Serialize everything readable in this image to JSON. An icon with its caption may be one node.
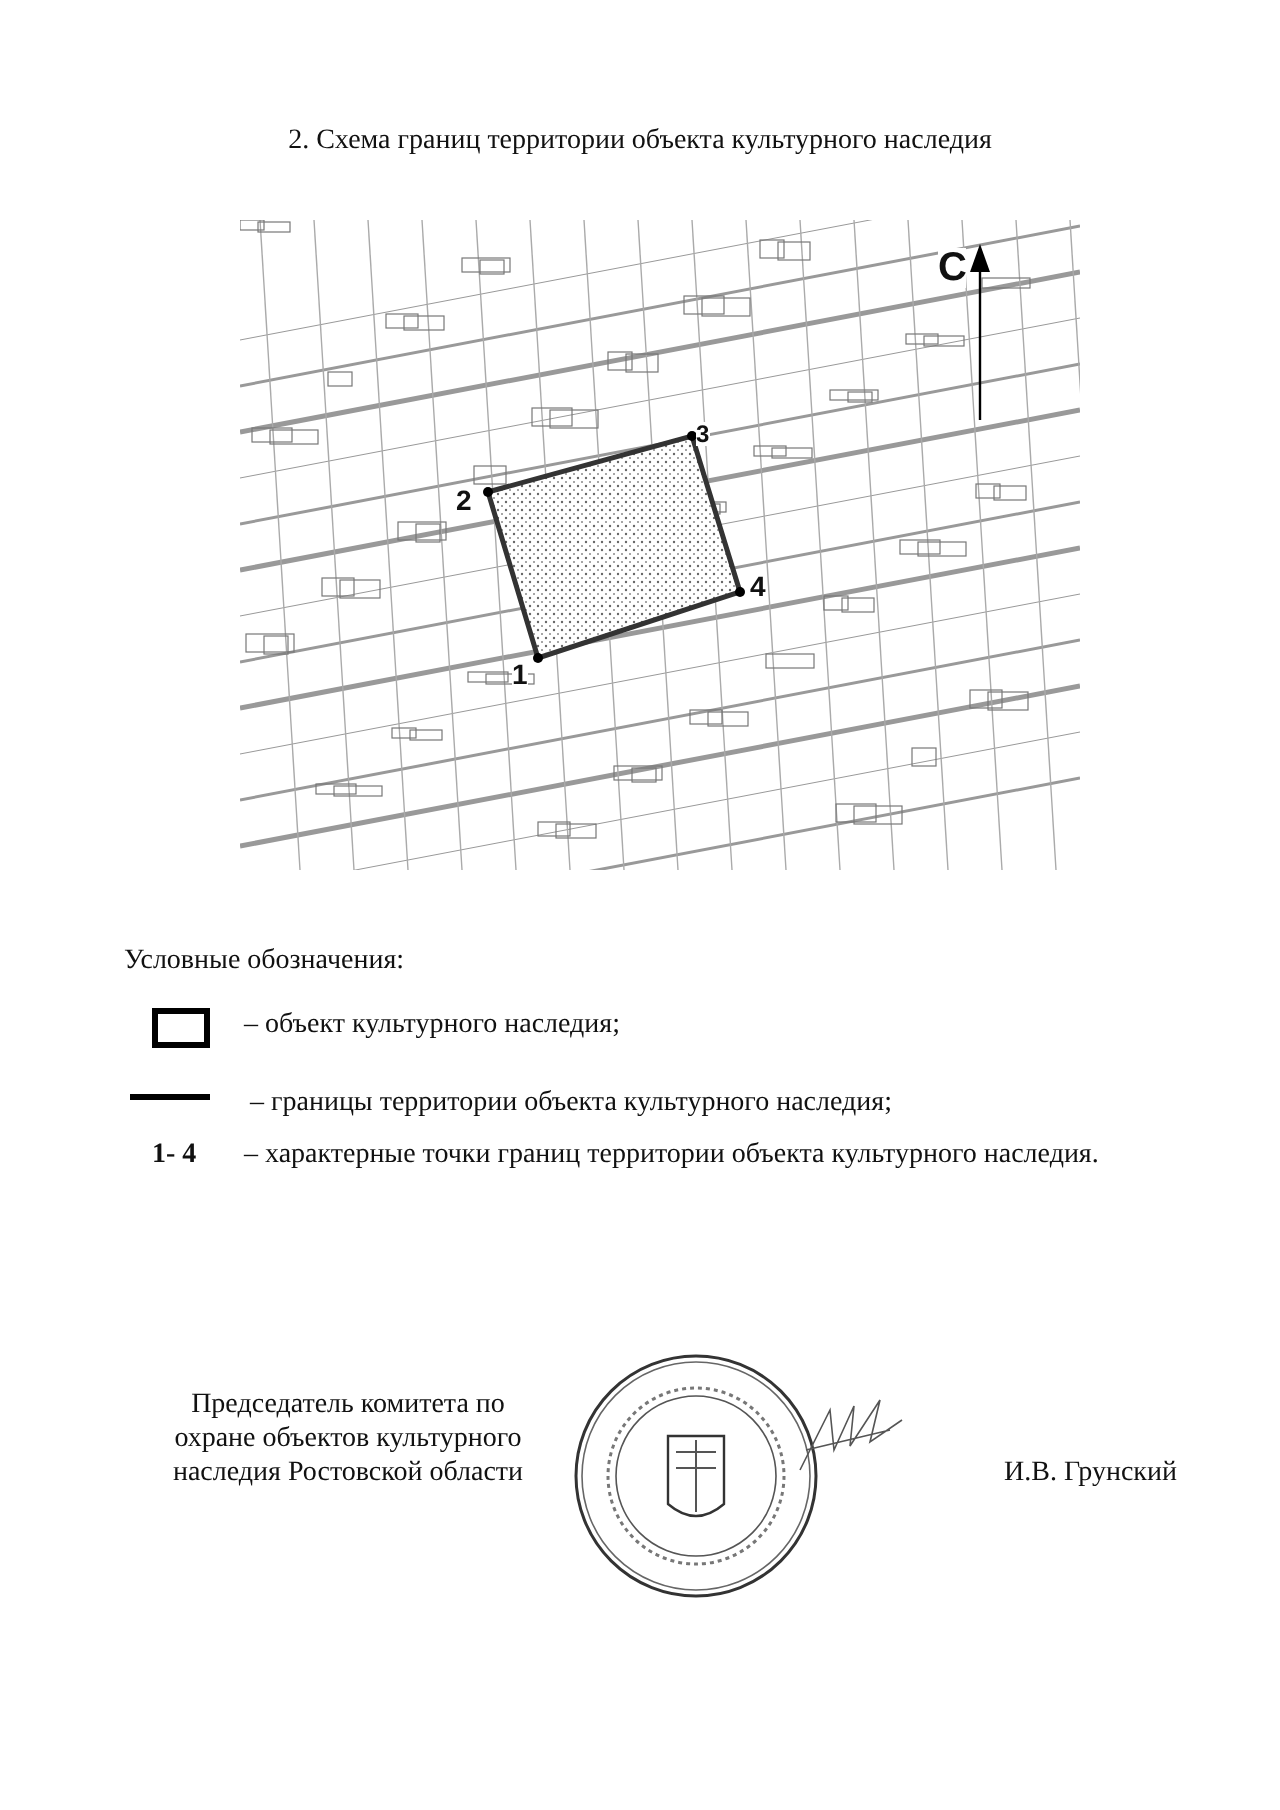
{
  "diagram": {
    "title": "2. Схема границ территории объекта культурного наследия",
    "labels": [
      "С",
      "2",
      "3",
      "4",
      "1",
      "Условные обозначения:",
      "1- 4",
      "Председатель комитета по охране объектов культурного наследия Ростовской области",
      "И.В. Грунский"
    ],
    "legend": [
      {
        "text": "–  объект культурного наследия;"
      },
      {
        "text": "–  границы территории объекта культурного наследия;"
      },
      {
        "text": "–  характерные точки границ территории объекта культурного наследия."
      }
    ]
  }
}
